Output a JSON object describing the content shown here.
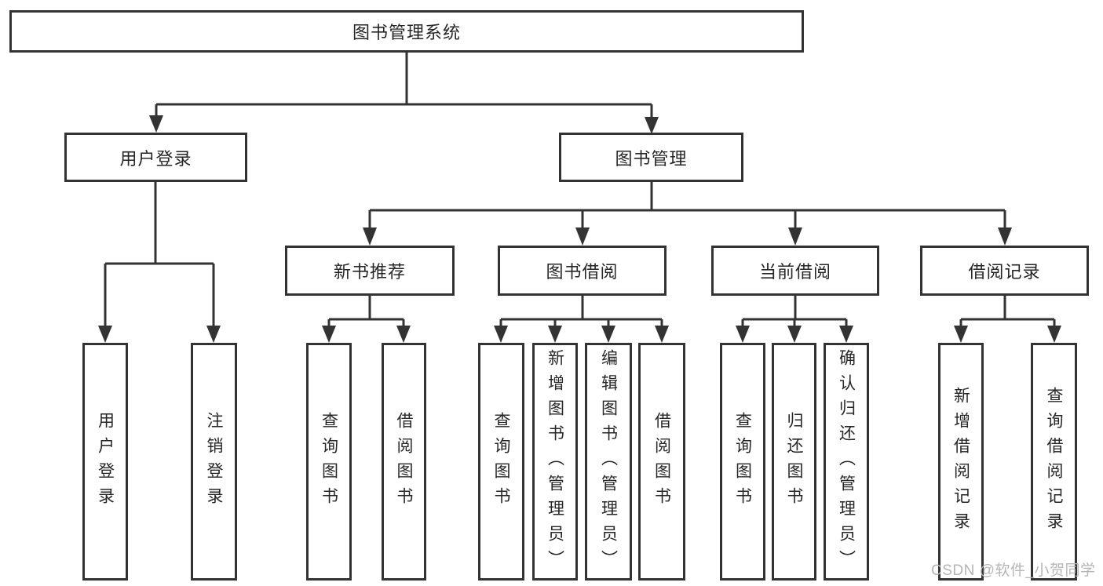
{
  "diagram": {
    "root": "图书管理系统",
    "branches": [
      {
        "label": "用户登录",
        "children": [
          "用户登录",
          "注销登录"
        ]
      },
      {
        "label": "图书管理",
        "groups": [
          {
            "label": "新书推荐",
            "children": [
              "查询图书",
              "借阅图书"
            ]
          },
          {
            "label": "图书借阅",
            "children": [
              "查询图书",
              "新增图书（管理员）",
              "编辑图书（管理员）",
              "借阅图书"
            ]
          },
          {
            "label": "当前借阅",
            "children": [
              "查询图书",
              "归还图书",
              "确认归还（管理员）"
            ]
          },
          {
            "label": "借阅记录",
            "children": [
              "新增借阅记录",
              "查询借阅记录"
            ]
          }
        ]
      }
    ]
  },
  "watermark": "CSDN @软件_小贺同学",
  "colors": {
    "line": "#333333",
    "box_border": "#333333",
    "box_fill": "#ffffff",
    "text": "#262626",
    "watermark": "#b5b5b5",
    "background": "#ffffff"
  }
}
